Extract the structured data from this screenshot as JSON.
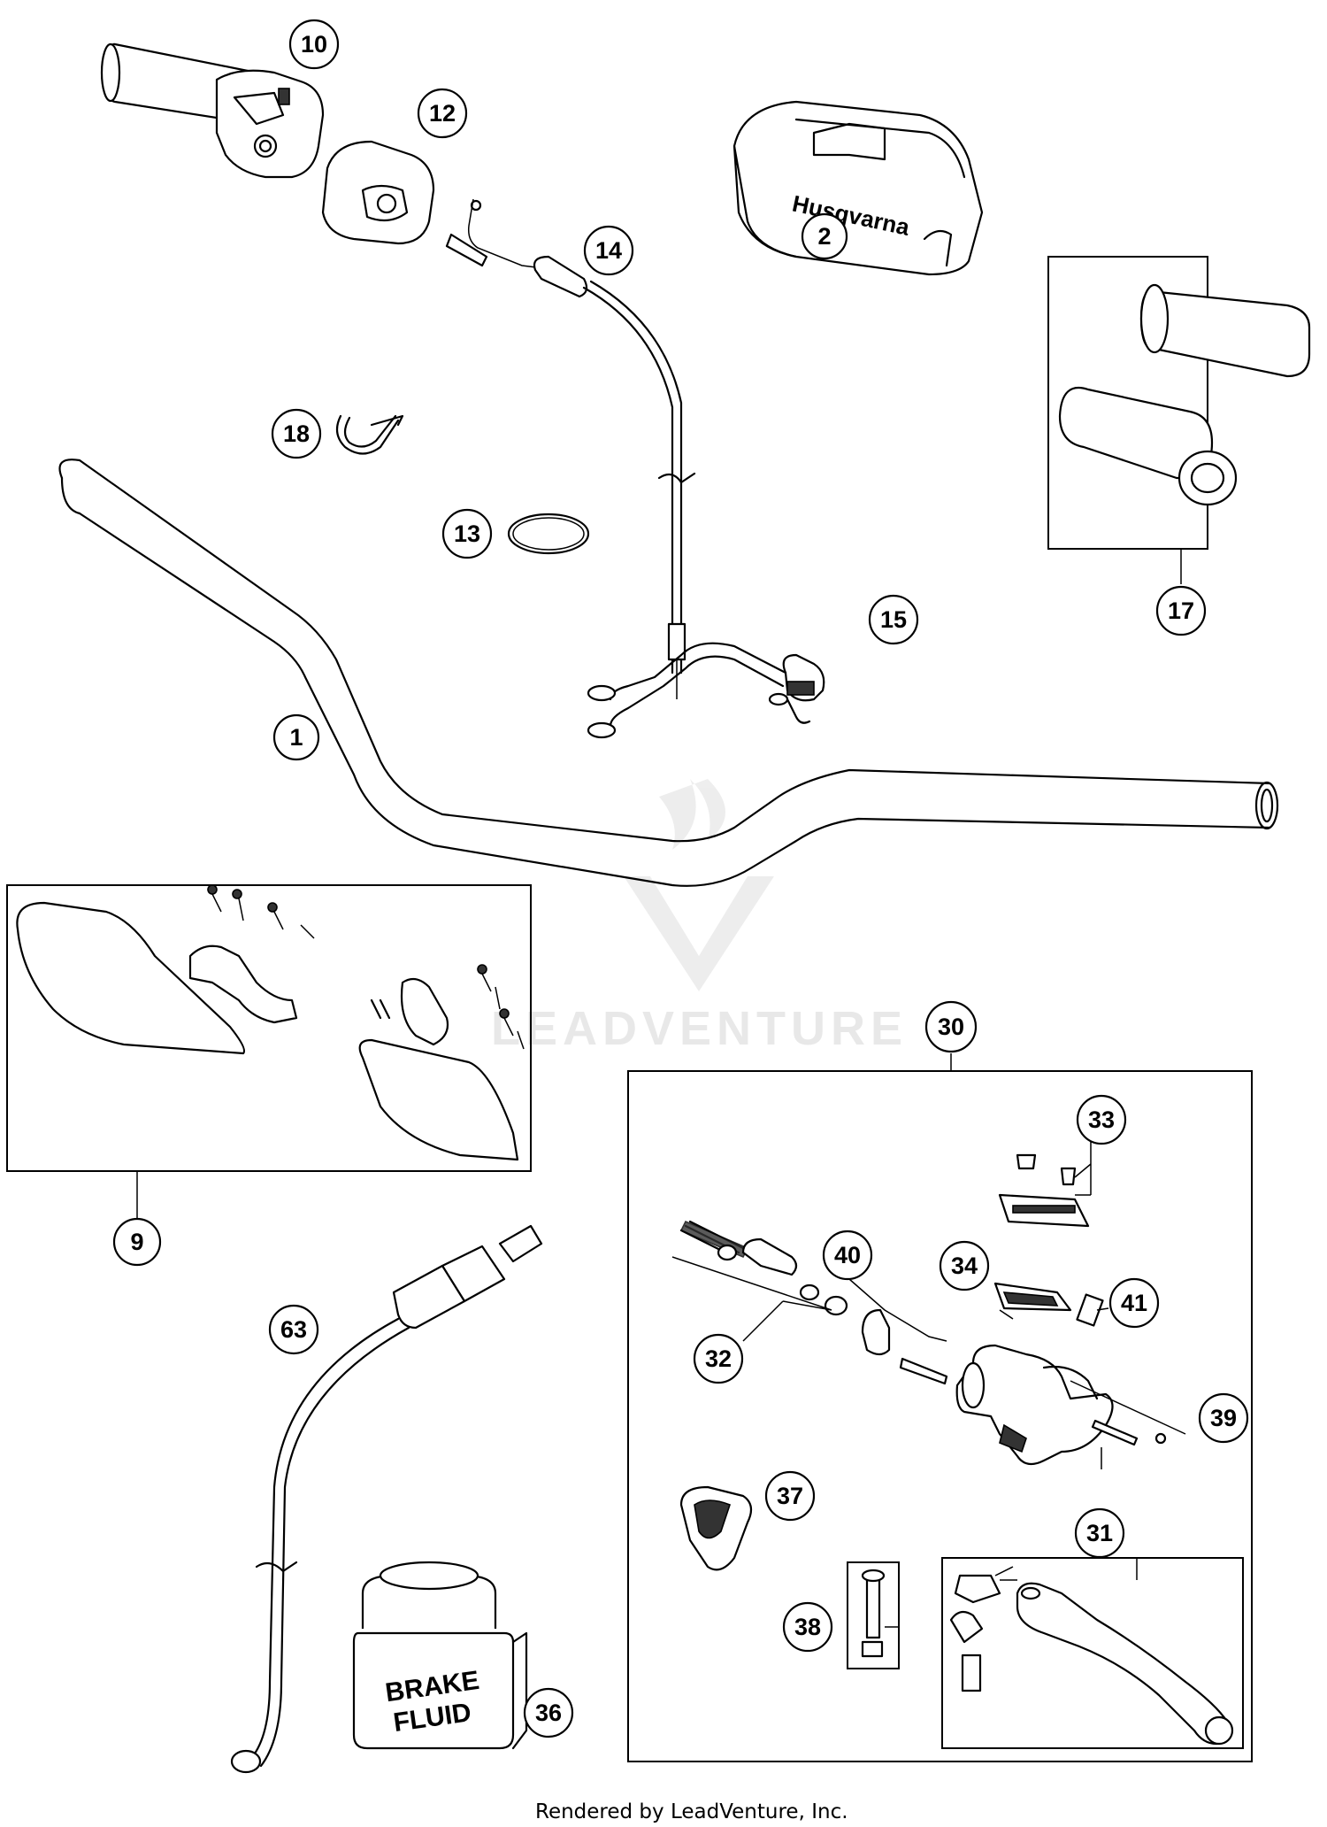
{
  "watermark": {
    "text": "LEADVENTURE"
  },
  "footer": {
    "text": "Rendered by LeadVenture, Inc."
  },
  "callouts": {
    "c1": "1",
    "c2": "2",
    "c9": "9",
    "c10": "10",
    "c12": "12",
    "c13": "13",
    "c14": "14",
    "c15": "15",
    "c17": "17",
    "c18": "18",
    "c30": "30",
    "c31": "31",
    "c32": "32",
    "c33": "33",
    "c34": "34",
    "c36": "36",
    "c37": "37",
    "c38": "38",
    "c39": "39",
    "c40": "40",
    "c41": "41",
    "c63": "63"
  },
  "labels": {
    "pad_brand": "Husqvarna",
    "bottle_line1": "BRAKE",
    "bottle_line2": "FLUID"
  }
}
